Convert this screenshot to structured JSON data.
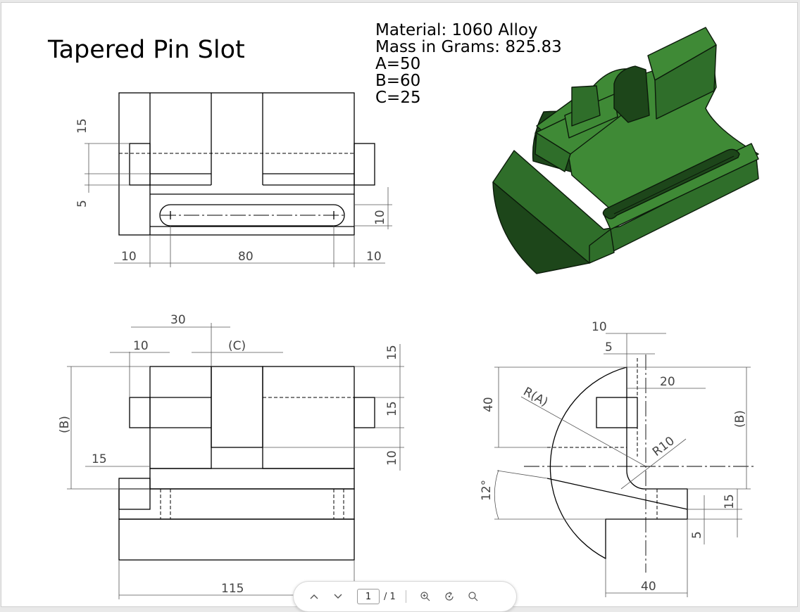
{
  "drawing": {
    "title": "Tapered Pin Slot",
    "notes": {
      "material": "Material: 1060 Alloy",
      "mass": "Mass in Grams: 825.83",
      "a": "A=50",
      "b": "B=60",
      "c": "C=25"
    },
    "top_view": {
      "d15": "15",
      "d5": "5",
      "d10_slot": "10",
      "d10_left": "10",
      "d80": "80",
      "d10_right": "10"
    },
    "front_view": {
      "d30": "30",
      "d10": "10",
      "dC": "(C)",
      "dB": "(B)",
      "d15_left": "15",
      "d15_r1": "15",
      "d15_r2": "15",
      "d10_r": "10",
      "d115": "115"
    },
    "side_view": {
      "d10": "10",
      "d5": "5",
      "d20": "20",
      "d40_v": "40",
      "radA": "R(A)",
      "r10": "R10",
      "dB": "(B)",
      "angle": "12°",
      "d15": "15",
      "d5_b": "5",
      "d40_h": "40"
    },
    "iso_colors": {
      "face_light": "#3f8a36",
      "face_mid": "#2f6e2a",
      "face_dark": "#1d461a"
    }
  },
  "toolbar": {
    "prev_icon": "chevron-up-icon",
    "next_icon": "chevron-down-icon",
    "page_value": "1",
    "page_total": "/ 1",
    "zoom_in_icon": "zoom-in-icon",
    "rotate_icon": "rotate-icon",
    "search_icon": "search-icon"
  }
}
